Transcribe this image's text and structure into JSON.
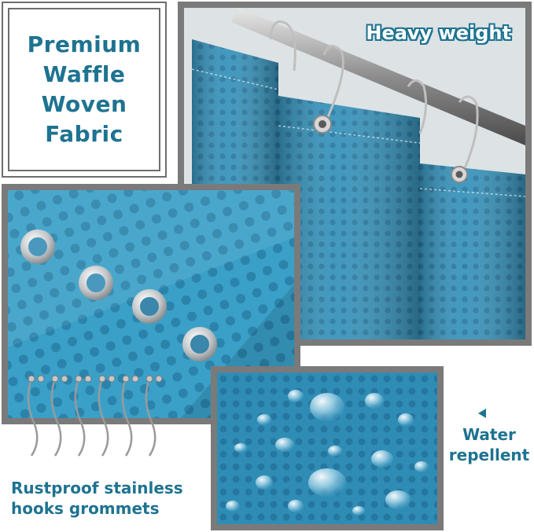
{
  "title_box": {
    "text": "Premium\nWaffle\nWoven\nFabric"
  },
  "panels": {
    "heavy_weight": {
      "label": "Heavy weight"
    },
    "water_repellent": {
      "label": "Water\nrepellent"
    },
    "grommets": {
      "caption": "Rustproof stainless\nhooks grommets"
    }
  },
  "colors": {
    "accent": "#1e7391",
    "frame": "#7a7a7a",
    "fabric": "#3a9cc4"
  },
  "icons": {
    "arrow": "left-triangle-icon"
  }
}
